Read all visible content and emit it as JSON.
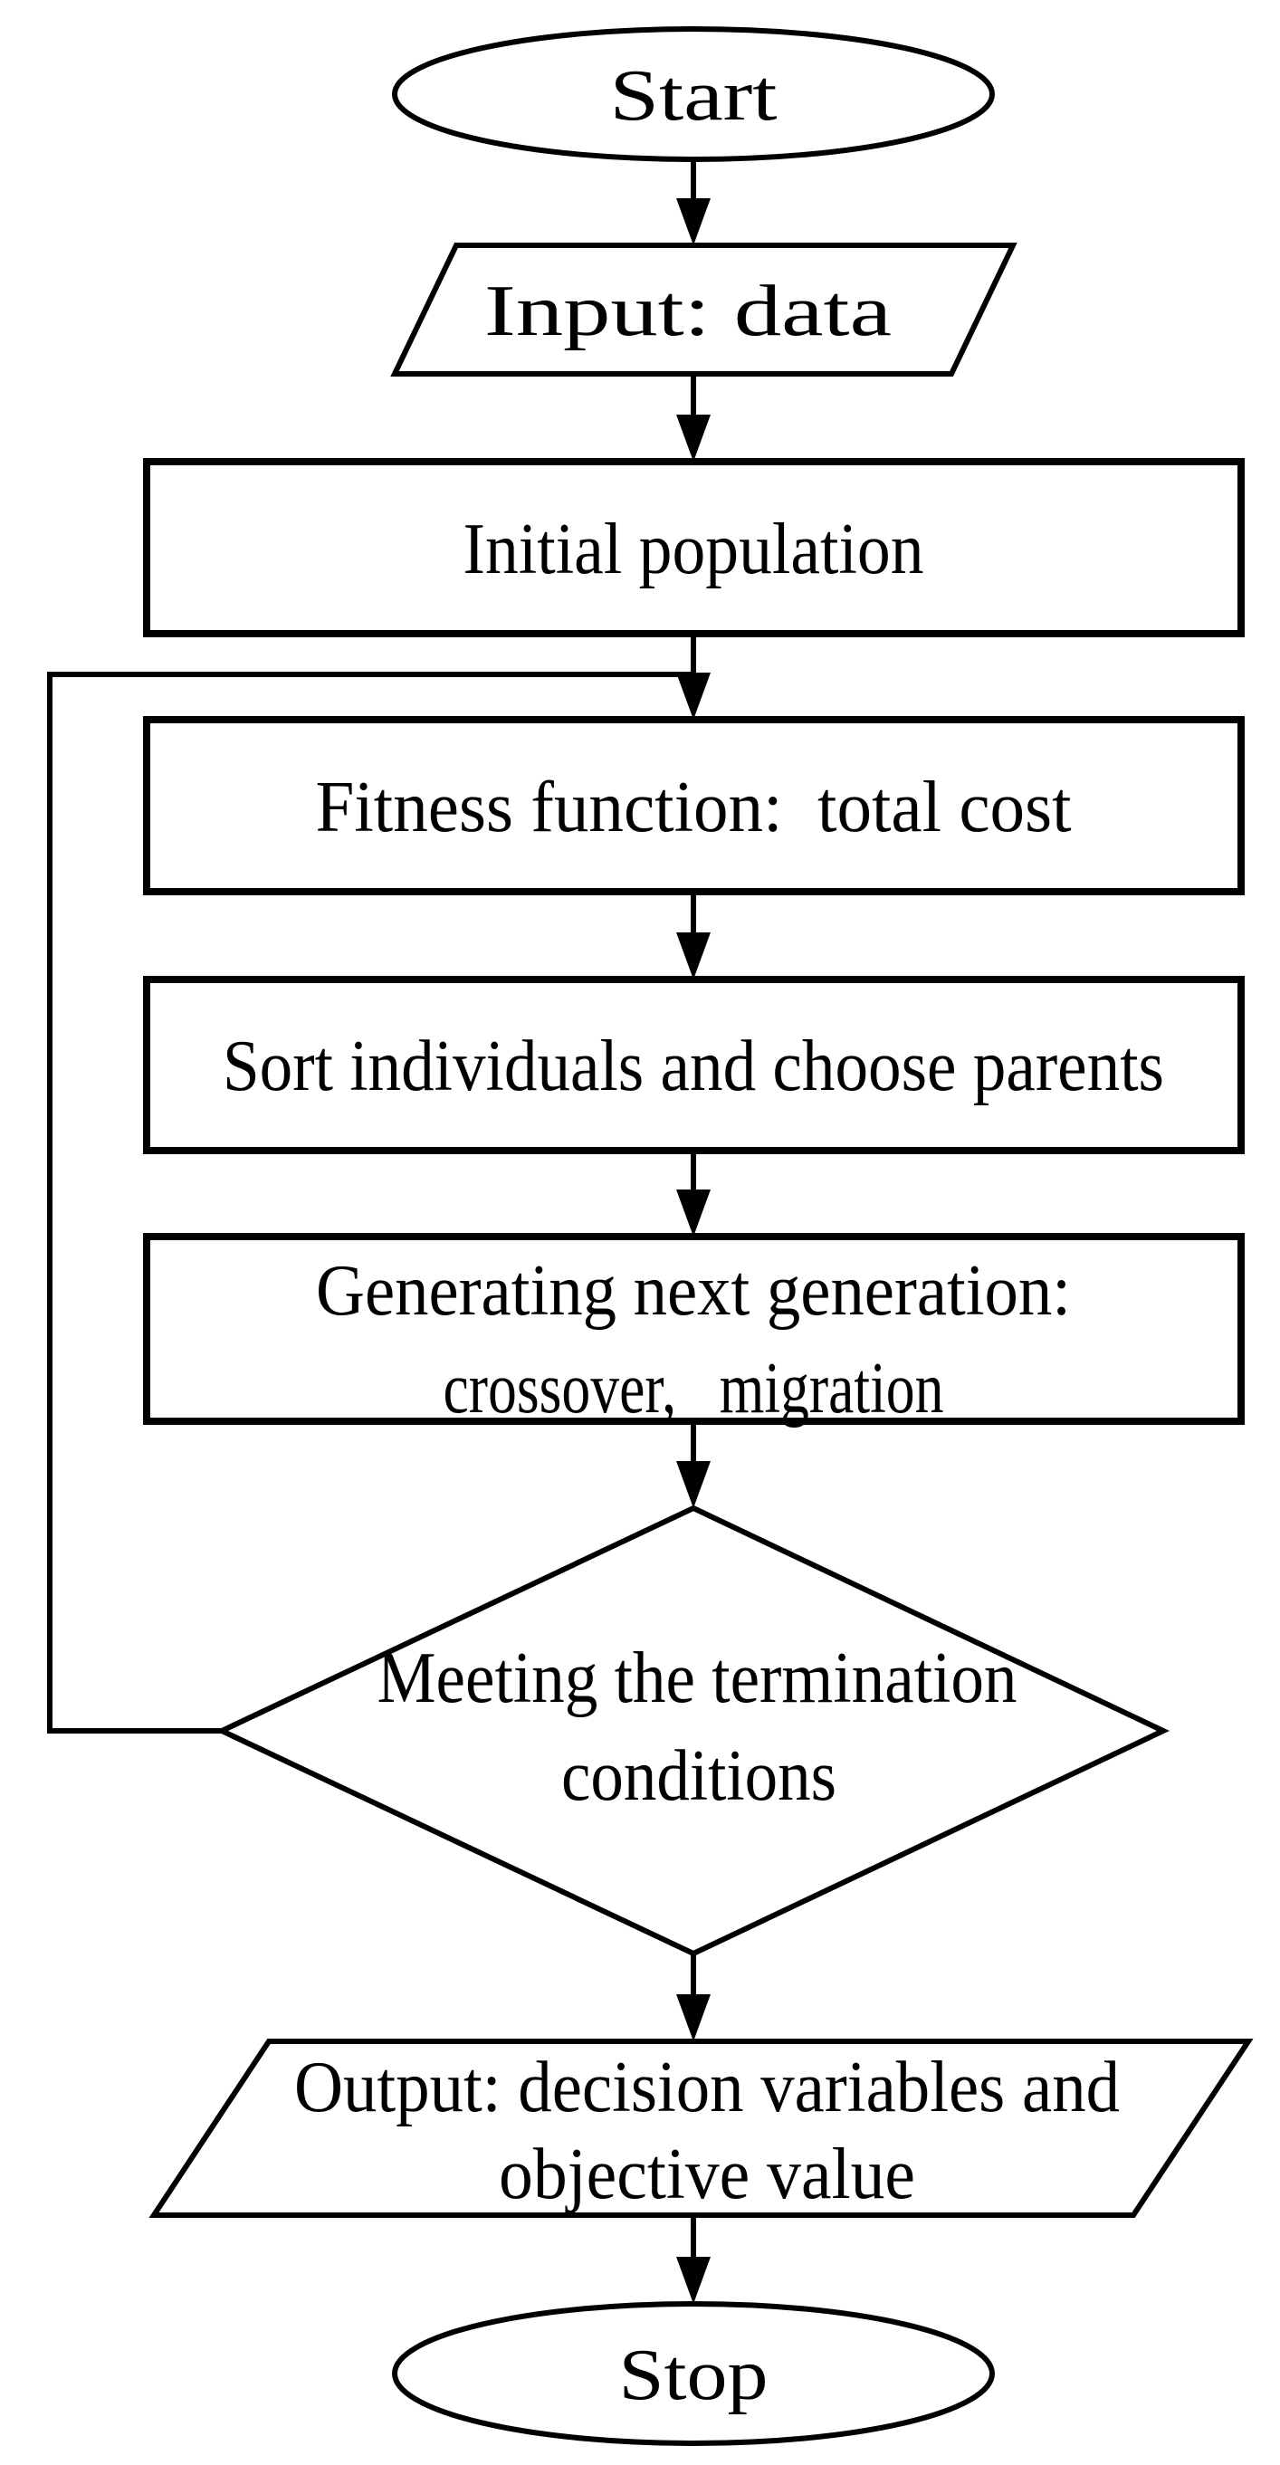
{
  "diagram": {
    "type": "flowchart",
    "colors": {
      "stroke": "#000000",
      "fill": "#ffffff",
      "background": "#ffffff"
    },
    "nodes": {
      "start": {
        "shape": "terminator",
        "label": "Start"
      },
      "input": {
        "shape": "io-parallelogram",
        "label": "Input: data"
      },
      "initial_population": {
        "shape": "process",
        "label": "Initial population"
      },
      "fitness": {
        "shape": "process",
        "label": "Fitness function:  total cost"
      },
      "sort": {
        "shape": "process",
        "label": "Sort individuals and choose parents"
      },
      "generate": {
        "shape": "process",
        "label_line1": "Generating next generation:",
        "label_line2": "crossover,   migration"
      },
      "decision": {
        "shape": "decision-diamond",
        "label_line1": "Meeting the termination",
        "label_line2": "conditions"
      },
      "output": {
        "shape": "io-parallelogram",
        "label_line1": "Output: decision variables and",
        "label_line2": "objective value"
      },
      "stop": {
        "shape": "terminator",
        "label": "Stop"
      }
    },
    "edges": [
      {
        "from": "start",
        "to": "input",
        "style": "arrow-down"
      },
      {
        "from": "input",
        "to": "initial_population",
        "style": "arrow-down"
      },
      {
        "from": "initial_population",
        "to": "fitness",
        "style": "arrow-down"
      },
      {
        "from": "fitness",
        "to": "sort",
        "style": "arrow-down"
      },
      {
        "from": "sort",
        "to": "generate",
        "style": "arrow-down"
      },
      {
        "from": "generate",
        "to": "decision",
        "style": "arrow-down"
      },
      {
        "from": "decision",
        "to": "output",
        "style": "arrow-down"
      },
      {
        "from": "output",
        "to": "stop",
        "style": "arrow-down"
      },
      {
        "from": "decision",
        "to": "fitness",
        "style": "feedback-loop-left-no-arrowhead"
      }
    ]
  }
}
